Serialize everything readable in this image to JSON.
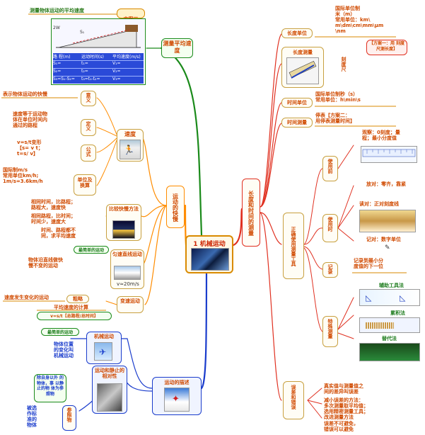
{
  "colors": {
    "root_border": "#d98a00",
    "root_text": "#cc2200",
    "branch_green": "#1a8a1a",
    "branch_orange": "#ff8c00",
    "branch_blue": "#1a3ccc",
    "branch_red": "#e03020",
    "node_border": "#c8a040",
    "text_orange": "#d04a00"
  },
  "root": {
    "label": "1 机械运动"
  },
  "measure_speed": {
    "label": "测量平均速度",
    "caption": "测量物体运动的平均速度",
    "scheme_label": "方案三",
    "table_header": [
      "路  程(m)",
      "运动时间(s)",
      "平均速度(m/s)"
    ],
    "table_rows": [
      [
        "S₁=",
        "t₁=",
        "V₁="
      ],
      [
        "S₂=",
        "t₂=",
        "V₂="
      ],
      [
        "S₃=S₁-S₂=",
        "t₃=t₁-t₂=",
        "V₃="
      ]
    ]
  },
  "motion_speed": {
    "label": "运动的快慢",
    "speed": "速度",
    "meaning_label": "意义",
    "meaning_text": "表示物体运动的快慢",
    "definition_label": "定义",
    "definition_text": "速度等于运动物\n体在单位时间内\n通过的路程",
    "formula_label": "公式",
    "formula_text": "v=s/t变形\n【s= v t；\nt=s/ v】",
    "unit_label": "单位及换算",
    "unit_text": "国际制m/s\n常用单位km/h;\n1m/s=3.6km/h",
    "compare_label": "比较快慢方法",
    "compare_text_1": "相同时间，比路程；\n路程大，速度快",
    "compare_text_2": "相同路程，比时间；\n时间少，速度大",
    "compare_text_3": "时间、路程都不\n同，求平均速度",
    "uniform_label": "匀速直线运动",
    "uniform_tag": "最简单的运动",
    "uniform_text": "物体沿直线做快\n慢不变的运动",
    "uniform_caption": "v≈20m/s",
    "variable_label": "变速运动",
    "variable_text": "速度发生变化的运动",
    "average_label": "平均速度的计算",
    "average_text": "v=s/t【总路程/总时间】",
    "mark_text": "粗略"
  },
  "describe_motion": {
    "label": "运动的描述",
    "mech_label": "机械运动",
    "simplest_tag": "最简单的运动",
    "mech_text": "物体位置\n的变化叫\n机械运动",
    "relative_label": "运动和静止的相对性",
    "ref_label": "参照物",
    "ref_text": "除自身以外\n的物体，事\n以静止的物\n体为参照物",
    "ref_select_text": "被选\n作标\n准的\n物体"
  },
  "length_time": {
    "label": "长度和时间的测量",
    "length_unit_label": "长度单位",
    "length_unit_text": "国际单位制\n米（m）\n常用单位：km\\\nm\\dm\\cm\\mm\\μm\n\\nm",
    "length_measure_label": "长度测量",
    "scheme1": "【方案一：用\n刻度尺测长度】",
    "ruler_label": "刻度尺",
    "time_unit_label": "时间单位",
    "time_unit_text": "国际单位制秒（s）\n常用单位：h\\min\\s",
    "time_measure_label": "时间测量",
    "time_measure_text": "停表【方案二：\n用停表测量时间】",
    "tools_label": "正确使用测量工具",
    "use_before_label": "使用前",
    "use_before_text": "观察：0刻度；量\n程；最小分度值",
    "use_label": "使用时",
    "place_text": "放对：零齐，靠紧",
    "view_text": "读对：正对刻度线",
    "record_text": "记对：数字单位",
    "record_label": "记录",
    "record_note": "记录到最小分\n度值的下一位",
    "special_label": "特殊测量",
    "accumulate_label": "累积法",
    "replace_label": "替代法",
    "aux_label": "辅助工具法",
    "error_label": "误差和错误",
    "error_text": "真实值与测量值之\n间的差异叫误差",
    "reduce_text": "减小误差的方法：\n多次测量取平均值；\n选用精密测量工具；\n改进测量方法",
    "mistake_text": "误差不可避免，\n错误可以避免"
  }
}
